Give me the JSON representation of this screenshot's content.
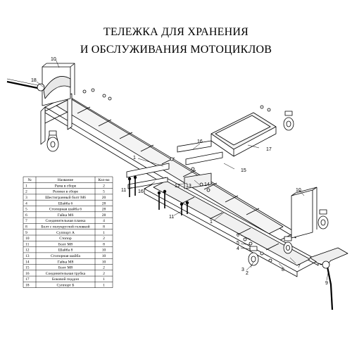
{
  "title_line1": "ТЕЛЕЖКА ДЛЯ ХРАНЕНИЯ",
  "title_line2": "И ОБСЛУЖИВАНИЯ МОТОЦИКЛОВ",
  "parts_table": {
    "headers": [
      "№",
      "Название",
      "Кол-во"
    ],
    "rows": [
      [
        "1",
        "Рама в сборе",
        "2"
      ],
      [
        "2",
        "Ролики в сборе",
        "5"
      ],
      [
        "3",
        "Шестигранный болт М6",
        "20"
      ],
      [
        "4",
        "Шайба 6",
        "28"
      ],
      [
        "5",
        "Стопорная шайба 6",
        "28"
      ],
      [
        "6",
        "Гайка М6",
        "28"
      ],
      [
        "7",
        "Соединительная планка",
        "4"
      ],
      [
        "8",
        "Болт с полукруглой головкой",
        "8"
      ],
      [
        "9",
        "Суппорт А",
        "1"
      ],
      [
        "10",
        "Стопор",
        "2"
      ],
      [
        "11",
        "Болт М8",
        "8"
      ],
      [
        "12",
        "Шайба 8",
        "10"
      ],
      [
        "13",
        "Стопорная шайба",
        "10"
      ],
      [
        "14",
        "Гайка М8",
        "10"
      ],
      [
        "15",
        "Болт М8",
        "2"
      ],
      [
        "16",
        "Соединительная трубка",
        "2"
      ],
      [
        "17",
        "Боковой поддон",
        "1"
      ],
      [
        "18",
        "Суппорт Б",
        "1"
      ]
    ]
  },
  "callouts": {
    "c10a": "10",
    "c18": "18",
    "c1a": "1",
    "c16": "16",
    "c17": "17",
    "c15": "15",
    "c11a": "11",
    "c16b": "16",
    "c12": "12",
    "c14": "14",
    "c13": "13",
    "c11b": "11",
    "c10b": "10",
    "c1b": "1",
    "c6": "6",
    "c5": "5",
    "c4": "4",
    "c3": "3",
    "c2": "2",
    "c8": "8",
    "c7": "7",
    "c9": "9"
  }
}
